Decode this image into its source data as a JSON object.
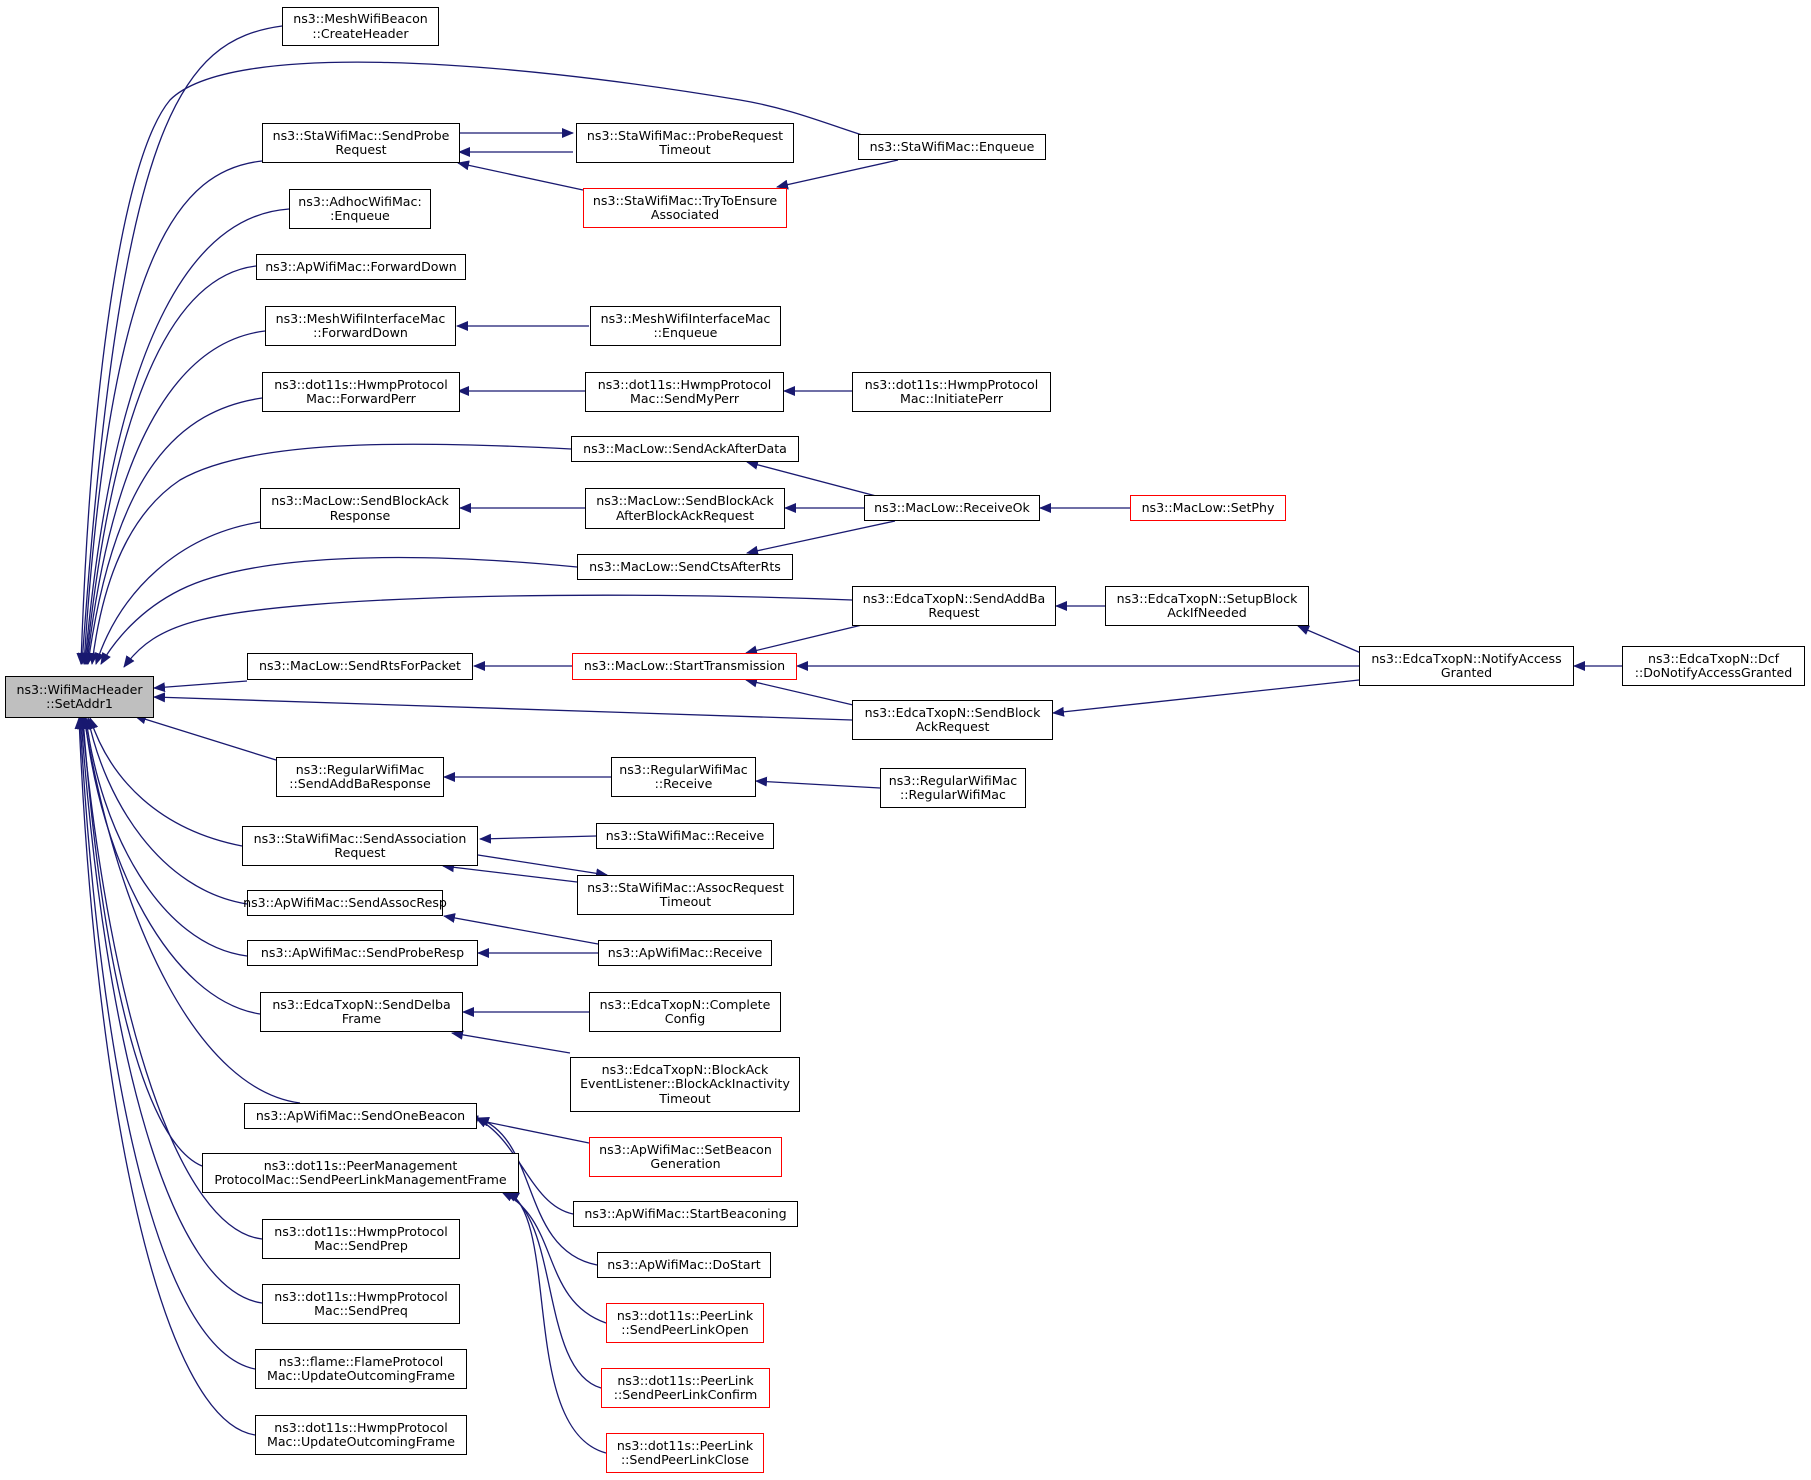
{
  "colors": {
    "edge": "#191970",
    "box_border": "#000000",
    "truncated_border": "#ff0000",
    "root_fill": "#bfbfbf"
  },
  "nodes": {
    "root": [
      "ns3::WifiMacHeader",
      "::SetAddr1"
    ],
    "mwb_createheader": [
      "ns3::MeshWifiBeacon",
      "::CreateHeader"
    ],
    "sta_sendprobe": [
      "ns3::StaWifiMac::SendProbe",
      "Request"
    ],
    "sta_probetimeout": [
      "ns3::StaWifiMac::ProbeRequest",
      "Timeout"
    ],
    "sta_enqueue": [
      "ns3::StaWifiMac::Enqueue"
    ],
    "sta_trytoensure": [
      "ns3::StaWifiMac::TryToEnsure",
      "Associated"
    ],
    "adhoc_enqueue": [
      "ns3::AdhocWifiMac:",
      ":Enqueue"
    ],
    "ap_forwarddown": [
      "ns3::ApWifiMac::ForwardDown"
    ],
    "mwim_forwarddown": [
      "ns3::MeshWifiInterfaceMac",
      "::ForwardDown"
    ],
    "mwim_enqueue": [
      "ns3::MeshWifiInterfaceMac",
      "::Enqueue"
    ],
    "hwmp_forwardperr": [
      "ns3::dot11s::HwmpProtocol",
      "Mac::ForwardPerr"
    ],
    "hwmp_sendmyperr": [
      "ns3::dot11s::HwmpProtocol",
      "Mac::SendMyPerr"
    ],
    "hwmp_initiateperr": [
      "ns3::dot11s::HwmpProtocol",
      "Mac::InitiatePerr"
    ],
    "maclow_sendackafterdata": [
      "ns3::MacLow::SendAckAfterData"
    ],
    "maclow_sendblockackresponse": [
      "ns3::MacLow::SendBlockAck",
      "Response"
    ],
    "maclow_sendblockackafter": [
      "ns3::MacLow::SendBlockAck",
      "AfterBlockAckRequest"
    ],
    "maclow_receiveok": [
      "ns3::MacLow::ReceiveOk"
    ],
    "maclow_setphy": [
      "ns3::MacLow::SetPhy"
    ],
    "maclow_sendctsafterrts": [
      "ns3::MacLow::SendCtsAfterRts"
    ],
    "edca_sendaddba": [
      "ns3::EdcaTxopN::SendAddBa",
      "Request"
    ],
    "edca_setupblockack": [
      "ns3::EdcaTxopN::SetupBlock",
      "AckIfNeeded"
    ],
    "edca_notifyaccess": [
      "ns3::EdcaTxopN::NotifyAccess",
      "Granted"
    ],
    "edca_dcf": [
      "ns3::EdcaTxopN::Dcf",
      "::DoNotifyAccessGranted"
    ],
    "maclow_sendrts": [
      "ns3::MacLow::SendRtsForPacket"
    ],
    "maclow_starttransmission": [
      "ns3::MacLow::StartTransmission"
    ],
    "edca_sendblockackreq": [
      "ns3::EdcaTxopN::SendBlock",
      "AckRequest"
    ],
    "reg_sendaddbaresponse": [
      "ns3::RegularWifiMac",
      "::SendAddBaResponse"
    ],
    "reg_receive": [
      "ns3::RegularWifiMac",
      "::Receive"
    ],
    "reg_regularwifimac": [
      "ns3::RegularWifiMac",
      "::RegularWifiMac"
    ],
    "sta_sendassoc": [
      "ns3::StaWifiMac::SendAssociation",
      "Request"
    ],
    "sta_receive": [
      "ns3::StaWifiMac::Receive"
    ],
    "sta_assoctimeout": [
      "ns3::StaWifiMac::AssocRequest",
      "Timeout"
    ],
    "ap_sendassocresp": [
      "ns3::ApWifiMac::SendAssocResp"
    ],
    "ap_sendproberesp": [
      "ns3::ApWifiMac::SendProbeResp"
    ],
    "ap_receive": [
      "ns3::ApWifiMac::Receive"
    ],
    "edca_senddelba": [
      "ns3::EdcaTxopN::SendDelba",
      "Frame"
    ],
    "edca_completeconfig": [
      "ns3::EdcaTxopN::Complete",
      "Config"
    ],
    "edca_blockackinactivity": [
      "ns3::EdcaTxopN::BlockAck",
      "EventListener::BlockAckInactivity",
      "Timeout"
    ],
    "ap_sendonebeacon": [
      "ns3::ApWifiMac::SendOneBeacon"
    ],
    "ap_setbeacongen": [
      "ns3::ApWifiMac::SetBeacon",
      "Generation"
    ],
    "pmp_sendpeerlink": [
      "ns3::dot11s::PeerManagement",
      "ProtocolMac::SendPeerLinkManagementFrame"
    ],
    "ap_startbeaconing": [
      "ns3::ApWifiMac::StartBeaconing"
    ],
    "ap_dostart": [
      "ns3::ApWifiMac::DoStart"
    ],
    "hwmp_sendprep": [
      "ns3::dot11s::HwmpProtocol",
      "Mac::SendPrep"
    ],
    "hwmp_sendpreq": [
      "ns3::dot11s::HwmpProtocol",
      "Mac::SendPreq"
    ],
    "pl_open": [
      "ns3::dot11s::PeerLink",
      "::SendPeerLinkOpen"
    ],
    "pl_confirm": [
      "ns3::dot11s::PeerLink",
      "::SendPeerLinkConfirm"
    ],
    "flame_update": [
      "ns3::flame::FlameProtocol",
      "Mac::UpdateOutcomingFrame"
    ],
    "hwmp_update": [
      "ns3::dot11s::HwmpProtocol",
      "Mac::UpdateOutcomingFrame"
    ],
    "pl_close": [
      "ns3::dot11s::PeerLink",
      "::SendPeerLinkClose"
    ]
  }
}
